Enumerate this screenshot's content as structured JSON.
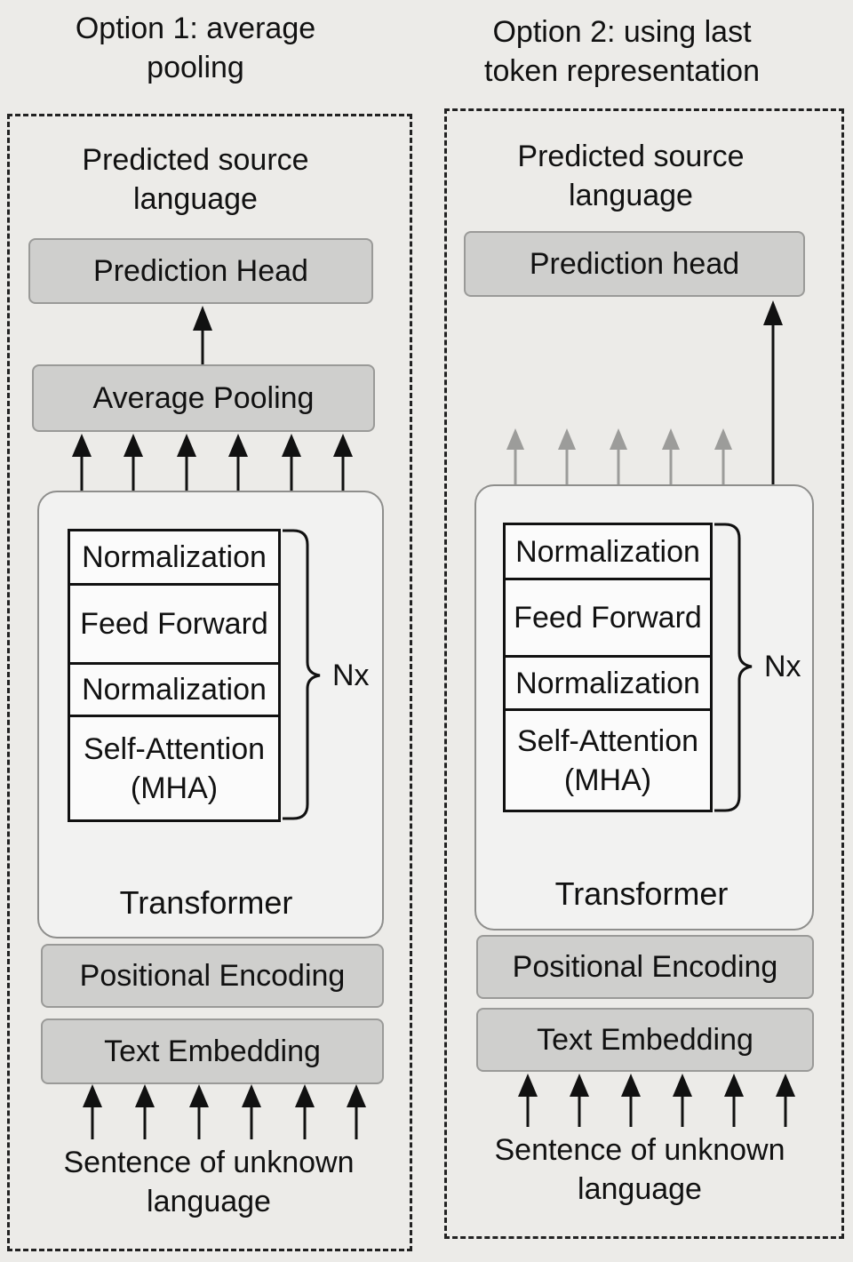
{
  "option1": {
    "title_line1": "Option 1: average",
    "title_line2": "pooling",
    "output_line1": "Predicted source",
    "output_line2": "language",
    "head": "Prediction Head",
    "pooling": "Average Pooling",
    "layers": [
      "Normalization",
      "Feed Forward",
      "Normalization",
      "Self-Attention\n(MHA)"
    ],
    "repeat": "Nx",
    "transformer": "Transformer",
    "positional": "Positional Encoding",
    "embedding": "Text Embedding",
    "input_line1": "Sentence of unknown",
    "input_line2": "language"
  },
  "option2": {
    "title_line1": "Option 2: using last",
    "title_line2": "token representation",
    "output_line1": "Predicted source",
    "output_line2": "language",
    "head": "Prediction head",
    "layers": [
      "Normalization",
      "Feed Forward",
      "Normalization",
      "Self-Attention\n(MHA)"
    ],
    "repeat": "Nx",
    "transformer": "Transformer",
    "positional": "Positional Encoding",
    "embedding": "Text Embedding",
    "input_line1": "Sentence of unknown",
    "input_line2": "language"
  },
  "colors": {
    "box_fill": "#cfcfcd",
    "faded_arrow": "#9c9c9a",
    "line": "#111111"
  }
}
